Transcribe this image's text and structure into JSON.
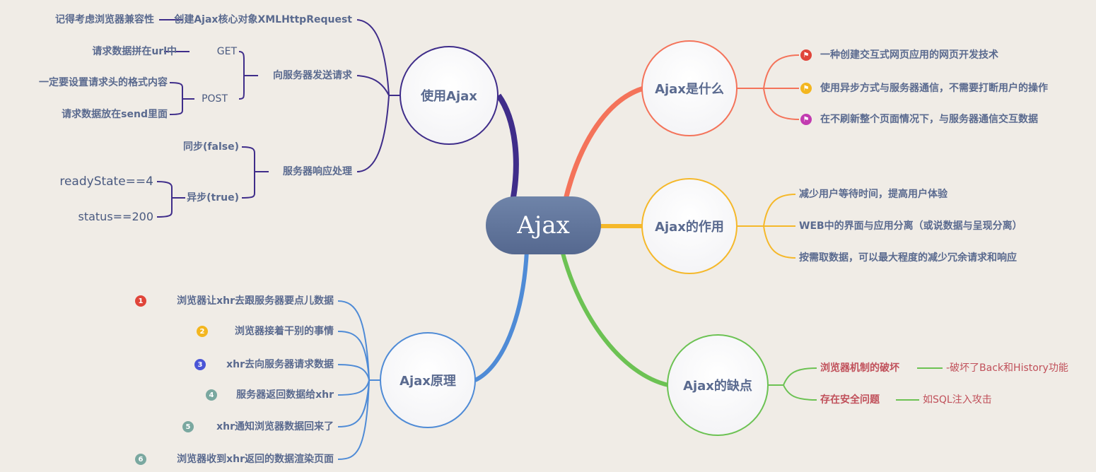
{
  "center": {
    "label": "Ajax"
  },
  "colors": {
    "use": "#3f2d8a",
    "what": "#f4735a",
    "role": "#f5b82a",
    "cons": "#6cc253",
    "principle": "#4f8bd6",
    "text": "#5a6a8f"
  },
  "use": {
    "label": "使用Ajax",
    "create": {
      "label": "创建Ajax核心对象XMLHttpRequest",
      "note": "记得考虑浏览器兼容性"
    },
    "send": {
      "label": "向服务器发送请求",
      "get": "GET",
      "get_note": "请求数据拼在url中",
      "post": "POST",
      "post_notes": [
        "一定要设置请求头的格式内容",
        "请求数据放在send里面"
      ]
    },
    "response": {
      "label": "服务器响应处理",
      "sync": "同步(false)",
      "async": "异步(true)",
      "async_notes": [
        "readyState==4",
        "status==200"
      ]
    }
  },
  "what": {
    "label": "Ajax是什么",
    "items": [
      {
        "text": "一种创建交互式网页应用的网页开发技术",
        "icon": "flag-icon",
        "color": "#e0453a"
      },
      {
        "text": "使用异步方式与服务器通信，不需要打断用户的操作",
        "icon": "flag-icon",
        "color": "#f3b61f"
      },
      {
        "text": "在不刷新整个页面情况下，与服务器通信交互数据",
        "icon": "flag-icon",
        "color": "#c23bb0"
      }
    ]
  },
  "role": {
    "label": "Ajax的作用",
    "items": [
      "减少用户等待时间，提高用户体验",
      "WEB中的界面与应用分离（或说数据与呈现分离）",
      "按需取数据，可以最大程度的减少冗余请求和响应"
    ]
  },
  "cons": {
    "label": "Ajax的缺点",
    "items": [
      {
        "text": "浏览器机制的破坏",
        "note": "-破坏了Back和History功能"
      },
      {
        "text": "存在安全问题",
        "note": "如SQL注入攻击"
      }
    ]
  },
  "principle": {
    "label": "Ajax原理",
    "items": [
      {
        "num": "1",
        "text": "浏览器让xhr去跟服务器要点儿数据",
        "color": "#e0453a"
      },
      {
        "num": "2",
        "text": "浏览器接着干别的事情",
        "color": "#f3b61f"
      },
      {
        "num": "3",
        "text": "xhr去向服务器请求数据",
        "color": "#4a55d6"
      },
      {
        "num": "4",
        "text": "服务器返回数据给xhr",
        "color": "#7aa8a0"
      },
      {
        "num": "5",
        "text": "xhr通知浏览器数据回来了",
        "color": "#7aa8a0"
      },
      {
        "num": "6",
        "text": "浏览器收到xhr返回的数据渲染页面",
        "color": "#7aa8a0"
      }
    ]
  }
}
